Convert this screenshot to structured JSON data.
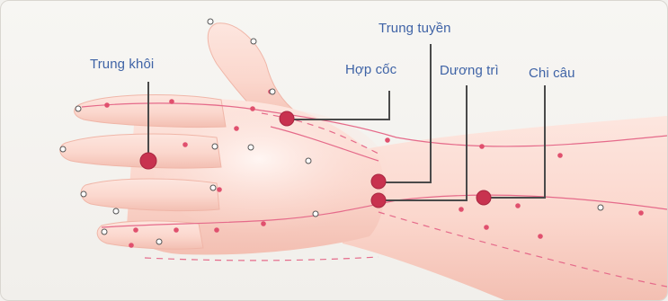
{
  "labels": {
    "trung_khoi": "Trung khôi",
    "trung_tuyen": "Trung tuyền",
    "hop_coc": "Hợp cốc",
    "duong_tri": "Dương trì",
    "chi_cau": "Chi câu"
  },
  "colors": {
    "label_text": "#3f63a6",
    "leader_line": "#4a4a4a",
    "meridian_line": "#e56a8a",
    "acupoint_main": "#c8324f",
    "acupoint_small": "#e0506e",
    "skin": "#fbd9d0",
    "skin_shade": "#f2b9ad"
  }
}
